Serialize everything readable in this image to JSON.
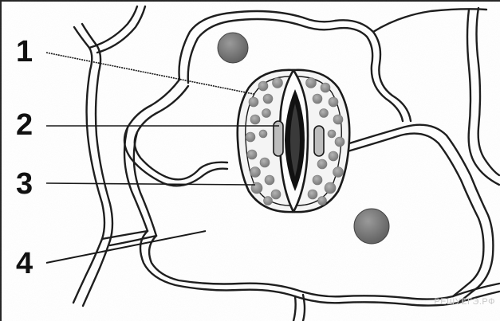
{
  "labels": [
    {
      "id": "1",
      "text": "1"
    },
    {
      "id": "2",
      "text": "2"
    },
    {
      "id": "3",
      "text": "3"
    },
    {
      "id": "4",
      "text": "4"
    }
  ],
  "watermark": "РЕШУЕГЭ.РФ",
  "colors": {
    "outline": "#1a1a1a",
    "organelle_fill": "#8d8d8d",
    "nucleus_fill": "#777777",
    "stoma_pore": "#111111",
    "background": "#ffffff"
  }
}
